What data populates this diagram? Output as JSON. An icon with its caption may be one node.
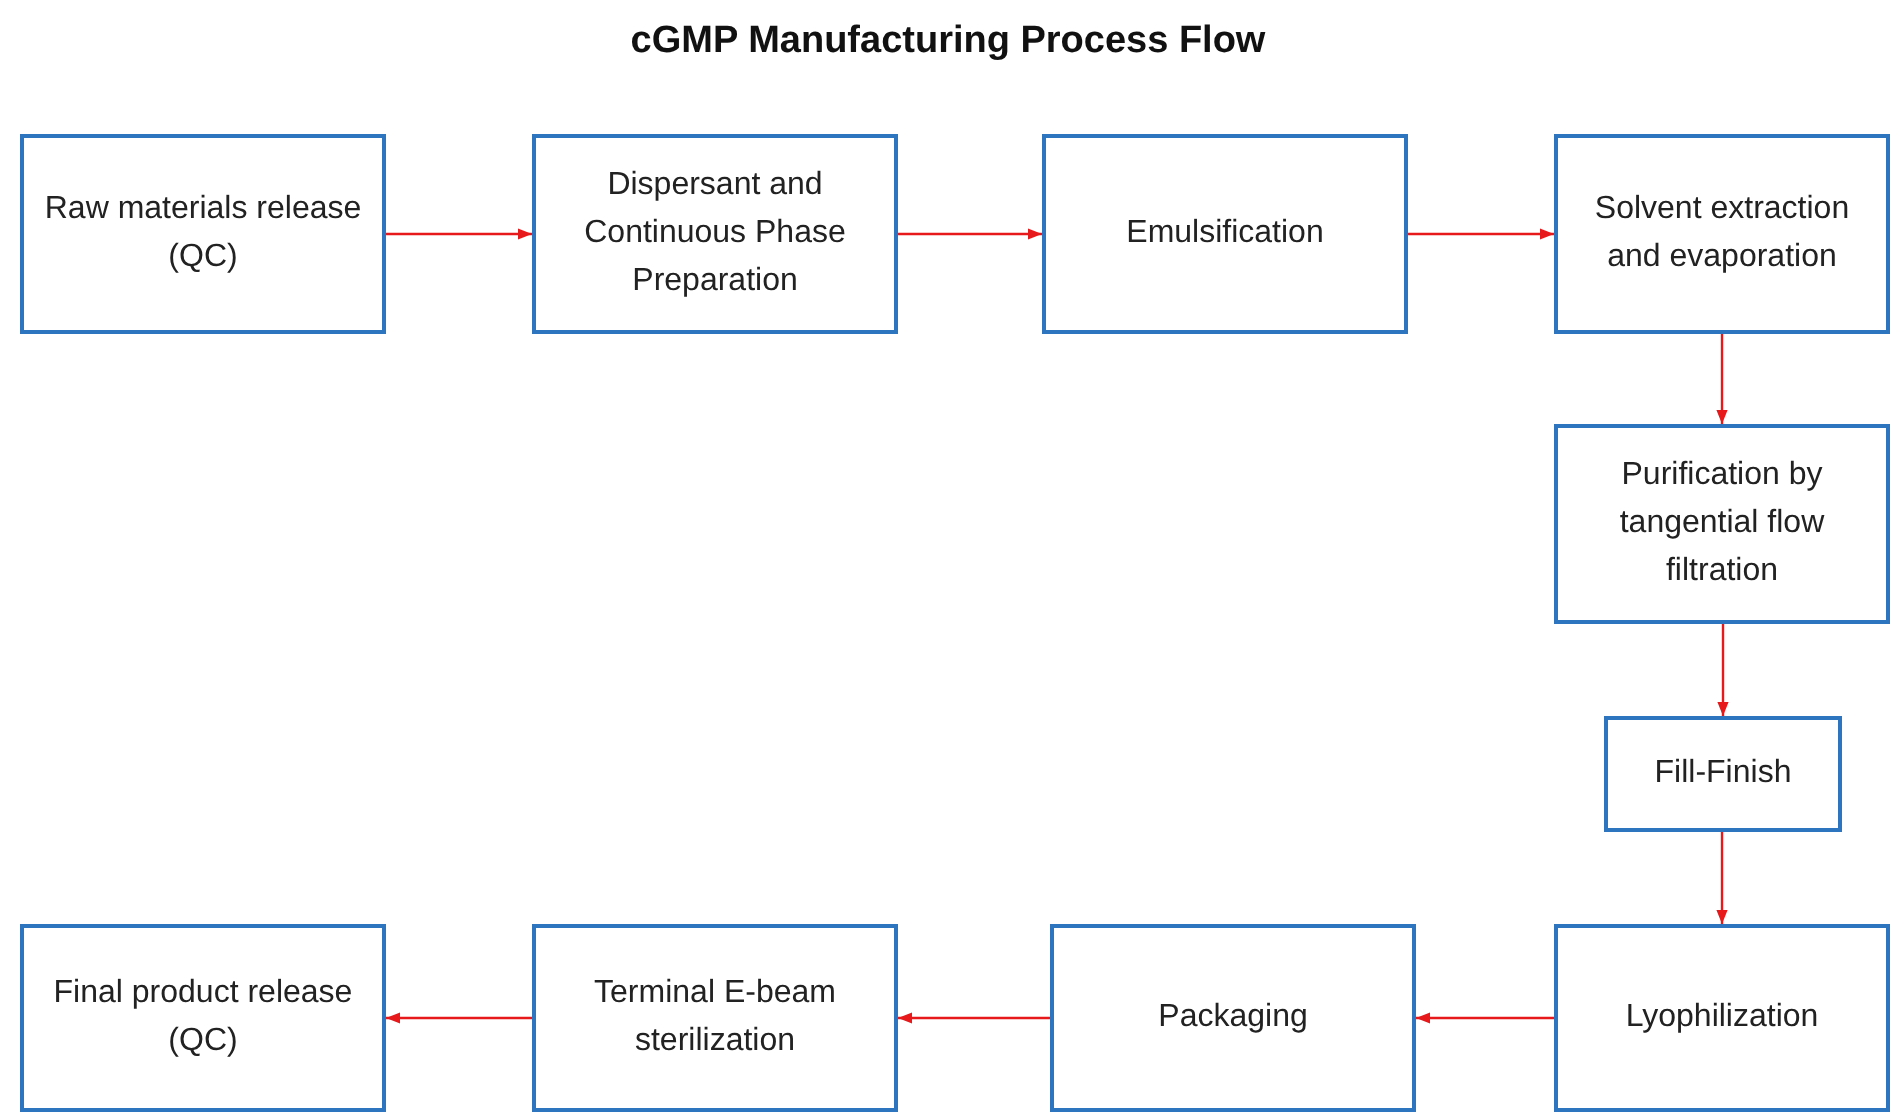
{
  "diagram": {
    "title": "cGMP Manufacturing Process Flow",
    "nodes": [
      {
        "text": [
          "Raw materials release (QC)"
        ]
      },
      {
        "text": [
          "Dispersant and Continuous Phase Preparation"
        ]
      },
      {
        "text": [
          "Emulsification"
        ]
      },
      {
        "text": [
          "Solvent extraction and evaporation"
        ]
      },
      {
        "text": [
          "Purification by tangential flow filtration"
        ]
      },
      {
        "text": [
          "Fill-Finish"
        ]
      },
      {
        "text": [
          "Lyophilization"
        ]
      },
      {
        "text": [
          "Packaging"
        ]
      },
      {
        "text": [
          "Terminal E-beam sterilization"
        ]
      },
      {
        "text": [
          "Final product release (QC)"
        ]
      }
    ],
    "edges": [
      {
        "from": 0,
        "to": 1,
        "arrow": "to"
      },
      {
        "from": 1,
        "to": 2,
        "arrow": "to"
      },
      {
        "from": 2,
        "to": 3,
        "arrow": "to"
      },
      {
        "from": 3,
        "to": 4,
        "arrow": "to"
      },
      {
        "from": 4,
        "to": 5,
        "arrow": "to"
      },
      {
        "from": 5,
        "to": 6,
        "arrow": "to"
      },
      {
        "from": 6,
        "to": 7,
        "arrow": "to"
      },
      {
        "from": 7,
        "to": 8,
        "arrow": "to"
      },
      {
        "from": 8,
        "to": 9,
        "arrow": "to"
      }
    ]
  }
}
